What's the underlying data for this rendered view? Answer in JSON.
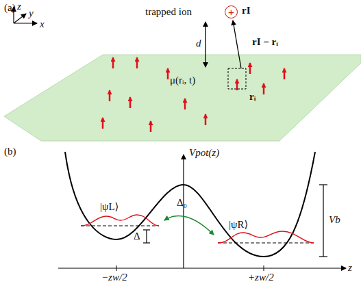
{
  "diagram": {
    "nodes": [
      {
        "text": [
          "+"
        ]
      }
    ],
    "labels": [
      "(a)",
      "z",
      "y",
      "x",
      "trapped ion",
      "rI",
      "d",
      "rI − rᵢ",
      "μ(rᵢ, t)",
      "rᵢ",
      "(b)",
      "Vpot(z)",
      "|ψL⟩",
      "|ψR⟩",
      "Δ₀",
      "Δ",
      "Vb",
      "−zw/2",
      "+zw/2",
      "z"
    ]
  }
}
